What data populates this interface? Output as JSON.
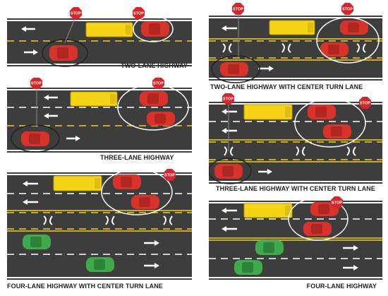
{
  "colors": {
    "road": "#3d3d3d",
    "lane_white": "#ffffff",
    "lane_yellow": "#f2d21a",
    "school_bus": "#f6d315",
    "car_stopped": "#d8332b",
    "car_passing": "#39a44a",
    "stop_sign": "#d6262c",
    "circle": "#ffffff"
  },
  "sign_text": "STOP",
  "panels": [
    {
      "id": "two-lane",
      "caption": "TWO-LANE HIGHWAY"
    },
    {
      "id": "two-lane-center-turn",
      "caption": "TWO-LANE HIGHWAY WITH CENTER TURN LANE"
    },
    {
      "id": "three-lane",
      "caption": "THREE-LANE HIGHWAY"
    },
    {
      "id": "three-lane-center-turn",
      "caption": "THREE-LANE HIGHWAY WITH CENTER TURN LANE"
    },
    {
      "id": "four-lane-center-turn",
      "caption": "FOUR-LANE HIGHWAY WITH CENTER TURN LANE"
    },
    {
      "id": "four-lane",
      "caption": "FOUR-LANE HIGHWAY"
    }
  ]
}
